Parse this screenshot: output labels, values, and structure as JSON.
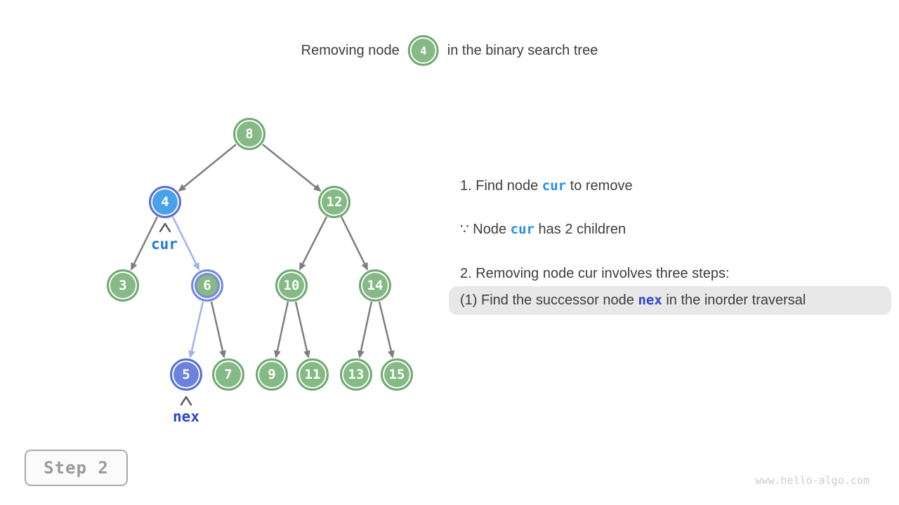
{
  "title": {
    "prefix": "Removing node",
    "node_value": "4",
    "suffix": "in the binary search tree"
  },
  "tree": {
    "nodes": [
      {
        "value": "8",
        "style": "green"
      },
      {
        "value": "4",
        "style": "blue-highlight-cur"
      },
      {
        "value": "12",
        "style": "green"
      },
      {
        "value": "3",
        "style": "green"
      },
      {
        "value": "6",
        "style": "green-with-blue-ring"
      },
      {
        "value": "10",
        "style": "green"
      },
      {
        "value": "14",
        "style": "green"
      },
      {
        "value": "5",
        "style": "periwinkle-highlight-nex"
      },
      {
        "value": "7",
        "style": "green"
      },
      {
        "value": "9",
        "style": "green"
      },
      {
        "value": "11",
        "style": "green"
      },
      {
        "value": "13",
        "style": "green"
      },
      {
        "value": "15",
        "style": "green"
      }
    ],
    "edges": [
      {
        "from": "8",
        "to": "4",
        "style": "gray"
      },
      {
        "from": "8",
        "to": "12",
        "style": "gray"
      },
      {
        "from": "4",
        "to": "3",
        "style": "gray"
      },
      {
        "from": "4",
        "to": "6",
        "style": "light-blue"
      },
      {
        "from": "12",
        "to": "10",
        "style": "gray"
      },
      {
        "from": "12",
        "to": "14",
        "style": "gray"
      },
      {
        "from": "6",
        "to": "5",
        "style": "light-blue"
      },
      {
        "from": "6",
        "to": "7",
        "style": "gray"
      },
      {
        "from": "10",
        "to": "9",
        "style": "gray"
      },
      {
        "from": "10",
        "to": "11",
        "style": "gray"
      },
      {
        "from": "14",
        "to": "13",
        "style": "gray"
      },
      {
        "from": "14",
        "to": "15",
        "style": "gray"
      }
    ],
    "pointers": {
      "cur": "cur",
      "nex": "nex"
    }
  },
  "notes": {
    "line1": {
      "pre": "1. Find node ",
      "keyword": "cur",
      "post": " to remove"
    },
    "line2": {
      "pre": "∵ Node ",
      "keyword": "cur",
      "post": " has 2 children"
    },
    "line3": {
      "text": "2. Removing node cur involves three steps:"
    },
    "line4": {
      "pre": "(1) Find the successor node ",
      "keyword": "nex",
      "post": " in the inorder traversal"
    }
  },
  "step_badge": {
    "label": "Step 2"
  },
  "watermark": {
    "text": "www.hello-algo.com"
  },
  "colors": {
    "node_green": "#85b985",
    "node_blue": "#48a1e9",
    "node_periwinkle": "#6d82dc",
    "ring_blue": "#7589e2",
    "edge_gray": "#7e7e7e",
    "edge_light_blue": "#a3b1ee",
    "keyword_cur": "#2090ea",
    "keyword_nex": "#2b46cf",
    "highlight_bg": "#e8e8e8"
  }
}
